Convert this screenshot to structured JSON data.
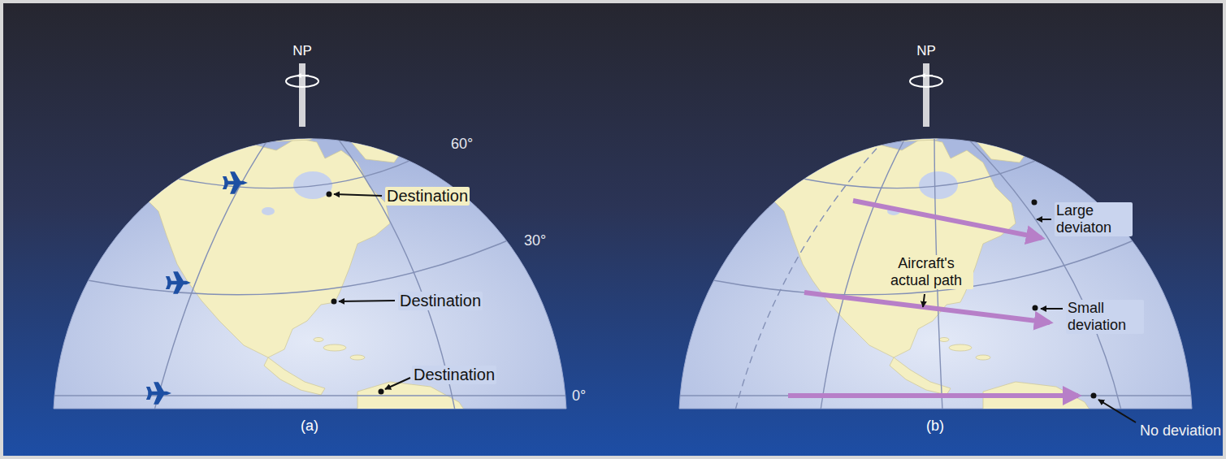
{
  "diagram": {
    "labels": [
      "NP",
      "60°",
      "Destination",
      "30°",
      "Destination",
      "Destination",
      "0°",
      "(a)",
      "NP",
      "Large deviaton",
      "Aircraft's actual path",
      "Small deviation",
      "No deviation",
      "(b)"
    ]
  }
}
